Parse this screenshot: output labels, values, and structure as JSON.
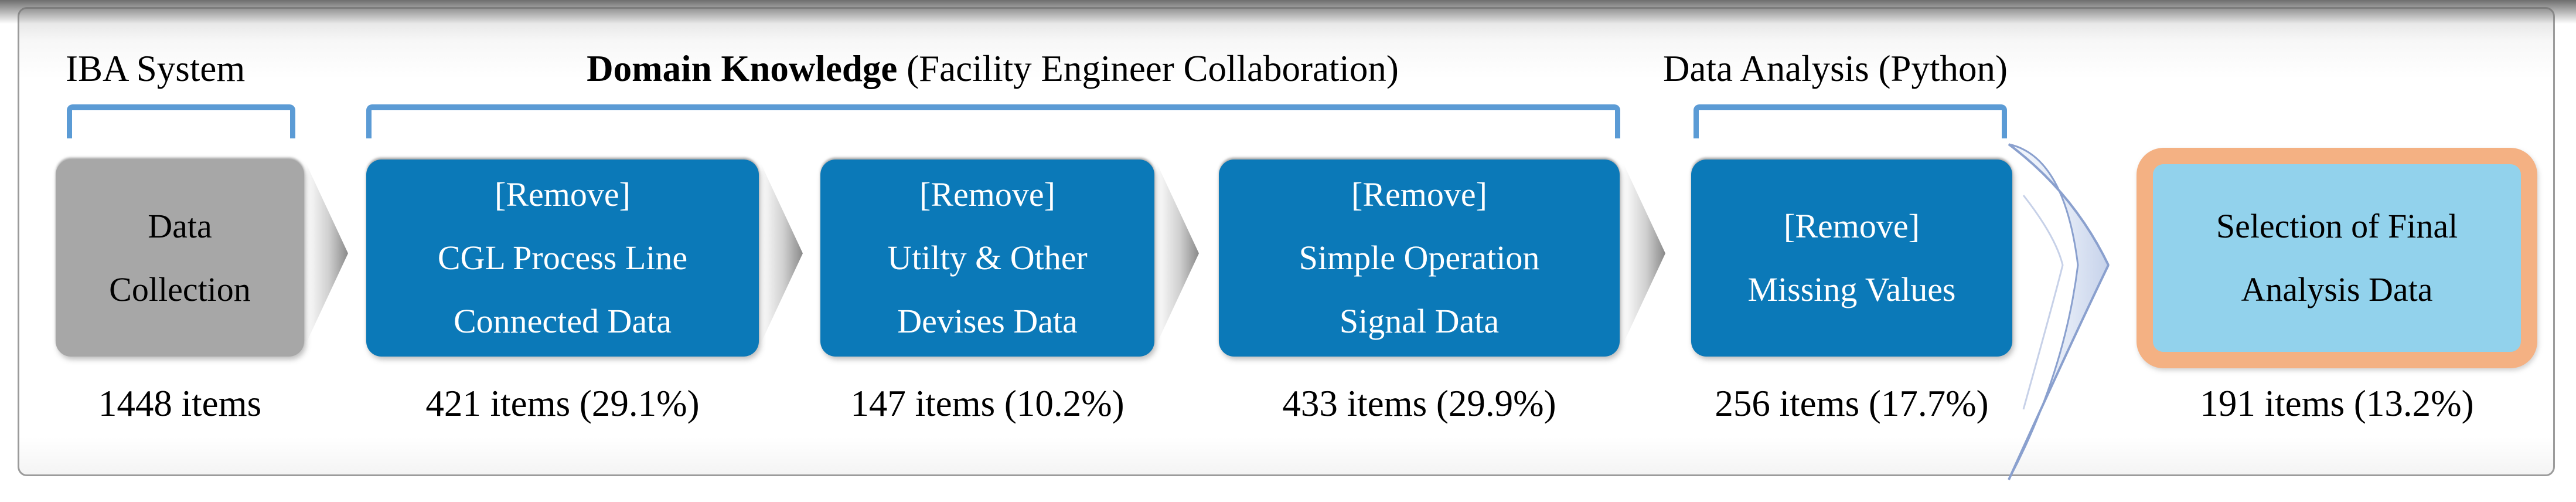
{
  "figure": {
    "group_labels": {
      "iba": "IBA System",
      "domain_bold": "Domain Knowledge",
      "domain_rest": " (Facility Engineer Collaboration)",
      "analysis": "Data Analysis (Python)"
    },
    "boxes": [
      {
        "id": "data-collection",
        "lines": [
          "Data",
          "Collection"
        ],
        "count": "1448 items",
        "fill": "#a7a7a7",
        "text_color": "#000000"
      },
      {
        "id": "remove-cgl-process-line",
        "lines": [
          "[Remove]",
          "CGL Process Line",
          "Connected Data"
        ],
        "count": "421 items (29.1%)",
        "fill": "#0b79b8",
        "text_color": "#ffffff"
      },
      {
        "id": "remove-utility-other-devices",
        "lines": [
          "[Remove]",
          "Utilty & Other",
          "Devises Data"
        ],
        "count": "147 items (10.2%)",
        "fill": "#0b79b8",
        "text_color": "#ffffff"
      },
      {
        "id": "remove-simple-operation",
        "lines": [
          "[Remove]",
          "Simple Operation",
          "Signal Data"
        ],
        "count": "433 items (29.9%)",
        "fill": "#0b79b8",
        "text_color": "#ffffff"
      },
      {
        "id": "remove-missing-values",
        "lines": [
          "[Remove]",
          "Missing Values"
        ],
        "count": "256 items (17.7%)",
        "fill": "#0b79b8",
        "text_color": "#ffffff"
      },
      {
        "id": "final-selection",
        "lines": [
          "Selection of Final",
          "Analysis Data"
        ],
        "count": "191 items (13.2%)",
        "fill": "#92d2ec",
        "border_color": "#f4b183",
        "text_color": "#000000"
      }
    ],
    "colors": {
      "bracket_blue": "#5b9bd5",
      "process_blue": "#0b79b8",
      "collection_gray": "#a7a7a7",
      "final_fill": "#92d2ec",
      "final_border": "#f4b183",
      "frame_border": "#9b9b9b"
    }
  }
}
